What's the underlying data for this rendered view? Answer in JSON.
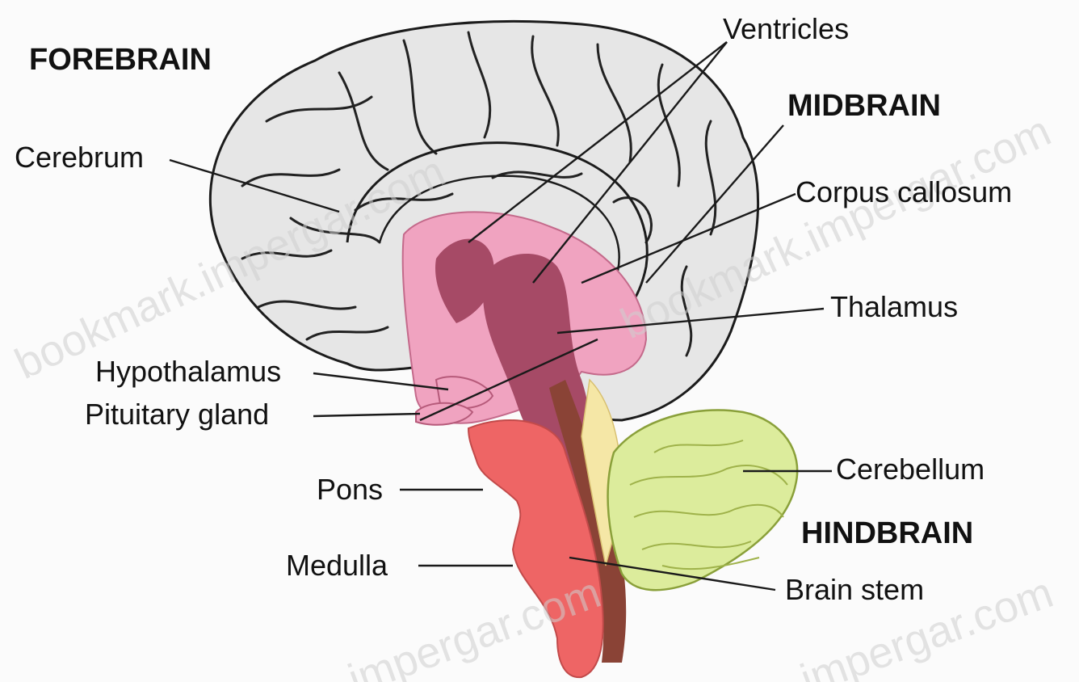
{
  "regions": {
    "forebrain": "FOREBRAIN",
    "midbrain": "MIDBRAIN",
    "hindbrain": "HINDBRAIN"
  },
  "labels": {
    "ventricles": "Ventricles",
    "cerebrum": "Cerebrum",
    "corpus_callosum": "Corpus callosum",
    "thalamus": "Thalamus",
    "hypothalamus": "Hypothalamus",
    "pituitary_gland": "Pituitary gland",
    "cerebellum": "Cerebellum",
    "pons": "Pons",
    "medulla": "Medulla",
    "brain_stem": "Brain stem"
  },
  "watermarks": {
    "upper_left": "bookmark.impergar.com",
    "upper_right": "bookmark.impergar.com",
    "bottom_left": "impergar.com",
    "bottom_right": "impergar.com"
  },
  "colors": {
    "cerebrum_fill": "#e6e6e6",
    "limbic_fill": "#f0a3c0",
    "thalamus_fill": "#a64a66",
    "pons_medulla_fill": "#ee6565",
    "brainstem_dark": "#8a4336",
    "cerebellum_fill": "#dcec9c",
    "yellow_band": "#f5e7a6"
  }
}
